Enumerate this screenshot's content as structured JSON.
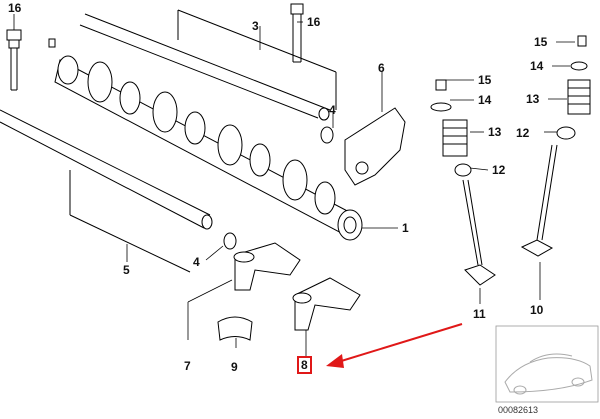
{
  "callouts": {
    "p1": "1",
    "p3": "3",
    "p4a": "4",
    "p4b": "4",
    "p5": "5",
    "p6": "6",
    "p7": "7",
    "p8": "8",
    "p9": "9",
    "p10": "10",
    "p11": "11",
    "p12a": "12",
    "p12b": "12",
    "p13a": "13",
    "p13b": "13",
    "p14a": "14",
    "p14b": "14",
    "p15a": "15",
    "p15b": "15",
    "p16a": "16",
    "p16b": "16"
  },
  "highlight": {
    "color": "#e01818",
    "target": "8"
  },
  "footer": {
    "diagram_number": "00082613"
  }
}
